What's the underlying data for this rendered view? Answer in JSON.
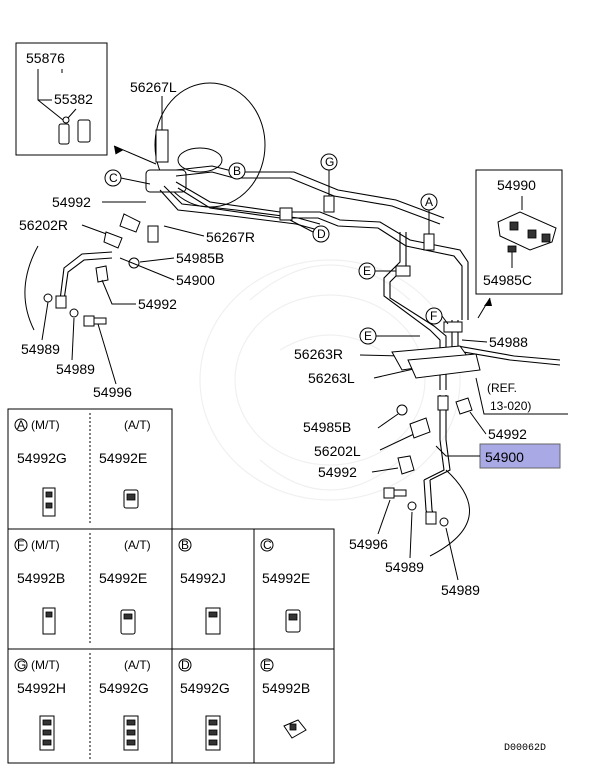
{
  "callouts": {
    "c55876": "55876",
    "c55382": "55382",
    "c56267L": "56267L",
    "c54992_a": "54992",
    "c56202R": "56202R",
    "c56267R": "56267R",
    "c54985B_a": "54985B",
    "c54900_a": "54900",
    "c54992_b": "54992",
    "c54989_a": "54989",
    "c54989_b": "54989",
    "c54996_a": "54996",
    "c54990": "54990",
    "c54985C": "54985C",
    "c54988": "54988",
    "c56263R": "56263R",
    "c56263L": "56263L",
    "ref": "(REF.",
    "ref2": "13-020)",
    "c54985B_b": "54985B",
    "c56202L": "56202L",
    "c54992_c": "54992",
    "c54992_d": "54992",
    "c54900_b": "54900",
    "c54996_b": "54996",
    "c54989_c": "54989",
    "c54989_d": "54989"
  },
  "circle_letters": {
    "A": "A",
    "B": "B",
    "C": "C",
    "D": "D",
    "E": "E",
    "F": "F",
    "G": "G"
  },
  "table": {
    "A_letter": "A",
    "A_mt": "(M/T)",
    "A_at": "(A/T)",
    "A_mt_part": "54992G",
    "A_at_part": "54992E",
    "F_letter": "F",
    "F_mt": "(M/T)",
    "F_at": "(A/T)",
    "F_mt_part": "54992B",
    "F_at_part": "54992E",
    "B_letter": "B",
    "B_part": "54992J",
    "C_letter": "C",
    "C_part": "54992E",
    "G_letter": "G",
    "G_mt": "(M/T)",
    "G_at": "(A/T)",
    "G_mt_part": "54992H",
    "G_at_part": "54992G",
    "D_letter": "D",
    "D_part": "54992G",
    "E_letter": "E",
    "E_part": "54992B"
  },
  "diagram_code": "D00062D",
  "colors": {
    "highlight": "#a9a9e6"
  }
}
